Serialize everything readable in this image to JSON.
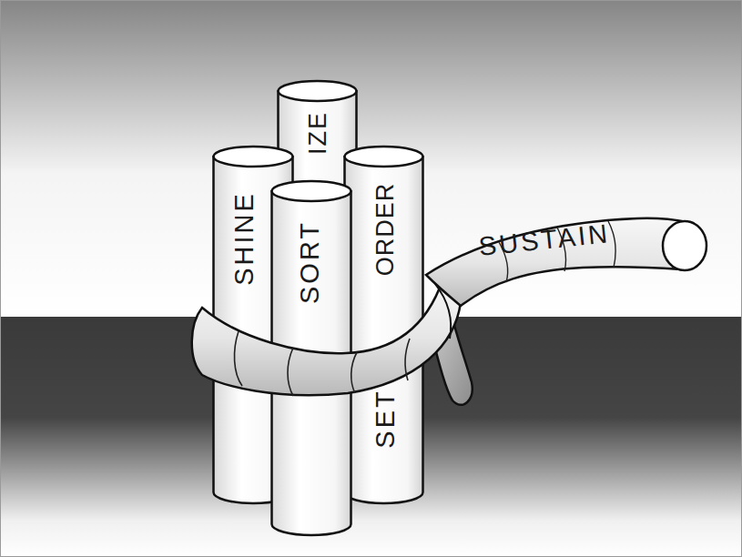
{
  "diagram": {
    "nodes": [
      {
        "text": [
          "IZE"
        ]
      },
      {
        "text": [
          "SHINE"
        ]
      },
      {
        "text": [
          "SORT"
        ]
      },
      {
        "text": [
          "SET",
          "ORDER"
        ]
      },
      {
        "text": [
          "SUSTAIN"
        ]
      }
    ]
  }
}
